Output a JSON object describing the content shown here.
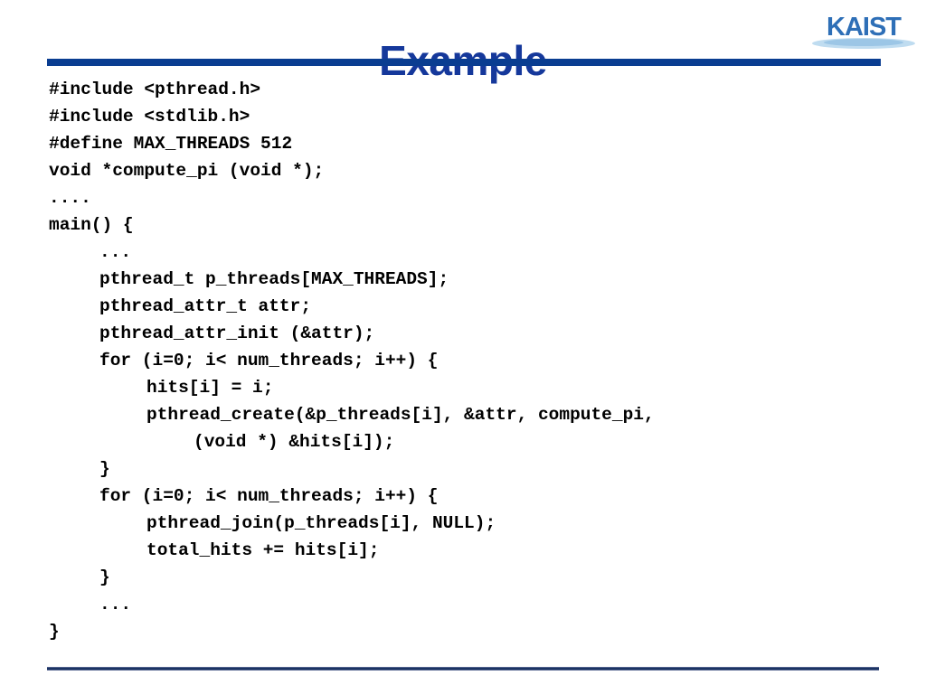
{
  "slide": {
    "title": "Example",
    "logo": {
      "name": "kaist-logo",
      "text": "KAIST",
      "letter_color": "#2e6fb7",
      "swoosh_color": "#a8cbe8"
    },
    "rules": {
      "top_color": "#0a3d91",
      "bottom_color": "#1b3463"
    },
    "code": {
      "language": "c",
      "lines": [
        {
          "indent": 0,
          "text": "#include <pthread.h>"
        },
        {
          "indent": 0,
          "text": "#include <stdlib.h>"
        },
        {
          "indent": 0,
          "text": "#define MAX_THREADS 512"
        },
        {
          "indent": 0,
          "text": "void *compute_pi (void *);"
        },
        {
          "indent": 0,
          "text": "...."
        },
        {
          "indent": 0,
          "text": "main() {"
        },
        {
          "indent": 1,
          "text": "..."
        },
        {
          "indent": 1,
          "text": "pthread_t p_threads[MAX_THREADS];"
        },
        {
          "indent": 1,
          "text": "pthread_attr_t attr;"
        },
        {
          "indent": 1,
          "text": "pthread_attr_init (&attr);"
        },
        {
          "indent": 1,
          "text": "for (i=0; i< num_threads; i++) {"
        },
        {
          "indent": 2,
          "text": "hits[i] = i;"
        },
        {
          "indent": 2,
          "text": "pthread_create(&p_threads[i], &attr, compute_pi,"
        },
        {
          "indent": 3,
          "text": "(void *) &hits[i]);"
        },
        {
          "indent": 1,
          "text": "}"
        },
        {
          "indent": 1,
          "text": "for (i=0; i< num_threads; i++) {"
        },
        {
          "indent": 2,
          "text": "pthread_join(p_threads[i], NULL);"
        },
        {
          "indent": 2,
          "text": "total_hits += hits[i];"
        },
        {
          "indent": 1,
          "text": "}"
        },
        {
          "indent": 1,
          "text": "..."
        },
        {
          "indent": 0,
          "text": "}"
        }
      ]
    }
  }
}
